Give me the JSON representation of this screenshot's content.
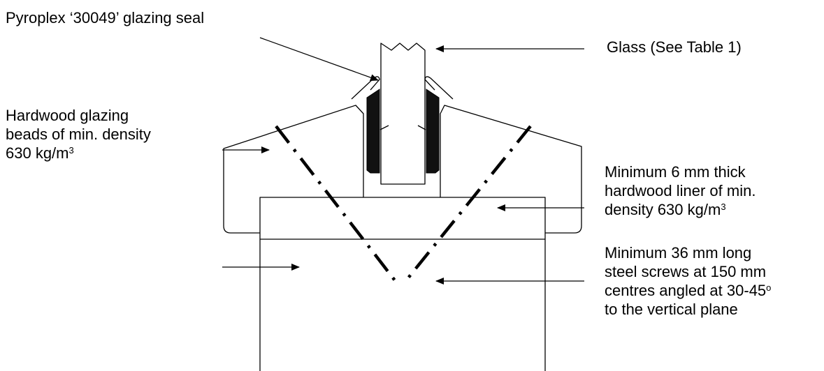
{
  "labels": {
    "seal": "Pyroplex ‘30049’ glazing seal",
    "glass": "Glass (See Table 1)",
    "beads": {
      "line1": "Hardwood glazing",
      "line2": "beads of min. density",
      "line3": "630 kg/m",
      "sup": "3"
    },
    "liner": {
      "line1": "Minimum 6 mm thick",
      "line2": "hardwood liner of min.",
      "line3": "density 630 kg/m",
      "sup": "3"
    },
    "screws": {
      "line1": "Minimum 36 mm long",
      "line2": "steel screws at 150 mm",
      "line3": "centres angled at 30-45",
      "sup": "o",
      "line4": "to the vertical plane"
    }
  },
  "colors": {
    "stroke": "#000000",
    "background": "#ffffff"
  }
}
